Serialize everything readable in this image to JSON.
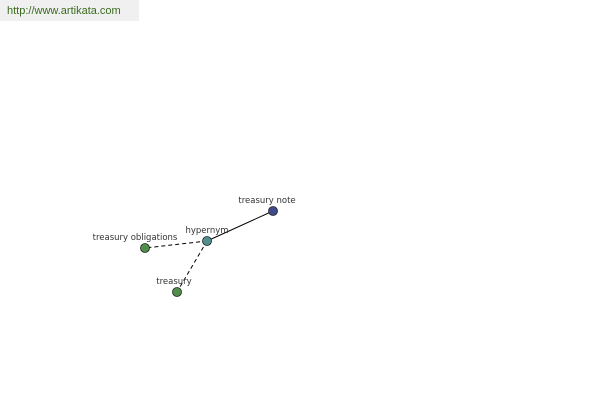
{
  "source_link": "http://www.artikata.com",
  "graph": {
    "nodes": [
      {
        "id": "treasury-note",
        "label": "treasury note",
        "color": "#3f4a8a"
      },
      {
        "id": "hypernym",
        "label": "hypernym",
        "color": "#4f8f8f"
      },
      {
        "id": "treasury-obligations",
        "label": "treasury obligations",
        "color": "#4f8f4a"
      },
      {
        "id": "treasury",
        "label": "treasury",
        "color": "#4f8f4a"
      }
    ],
    "edges": [
      {
        "from": "hypernym",
        "to": "treasury-note",
        "style": "solid"
      },
      {
        "from": "hypernym",
        "to": "treasury-obligations",
        "style": "dashed"
      },
      {
        "from": "hypernym",
        "to": "treasury",
        "style": "dashed"
      }
    ]
  }
}
